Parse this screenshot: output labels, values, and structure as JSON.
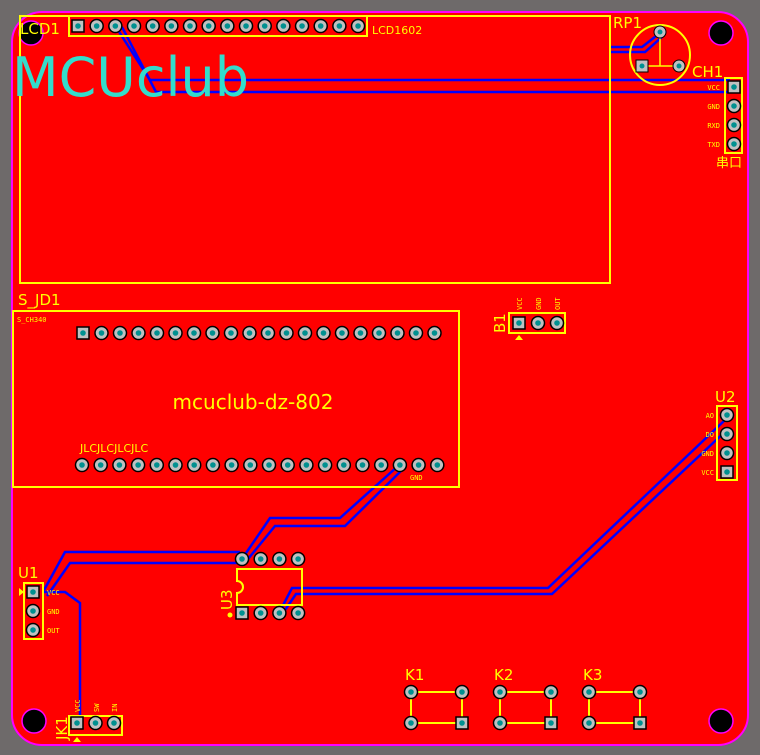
{
  "board": {
    "brand": "MCUclub",
    "colors": {
      "copper": "#ff0000",
      "silk": "#ffff00",
      "trace": "#0000ff",
      "logo": "#33ddcc",
      "outline": "#ff00ff"
    }
  },
  "lcd": {
    "ref": "LCD1",
    "value": "LCD1602"
  },
  "pot": {
    "ref": "RP1"
  },
  "serial": {
    "ref": "CH1",
    "name": "串口",
    "pins": [
      "VCC",
      "GND",
      "RXD",
      "TXD"
    ]
  },
  "module": {
    "ref": "S_JD1",
    "title": "mcuclub-dz-802",
    "marking": "JLCJLCJLCJLC",
    "top_first_label": "S_CH340",
    "bottom_label_gnd": "GND"
  },
  "b1": {
    "ref": "B1",
    "pins": [
      "VCC",
      "GND",
      "OUT"
    ]
  },
  "u2": {
    "ref": "U2",
    "pins": [
      "AO",
      "DO",
      "GND",
      "VCC"
    ]
  },
  "u1": {
    "ref": "U1",
    "pins": [
      "VCC",
      "GND",
      "OUT"
    ]
  },
  "u3": {
    "ref": "U3"
  },
  "jk1": {
    "ref": "JK1",
    "pins": [
      "VCC",
      "SW",
      "IN"
    ]
  },
  "keys": [
    {
      "ref": "K1"
    },
    {
      "ref": "K2"
    },
    {
      "ref": "K3"
    }
  ]
}
